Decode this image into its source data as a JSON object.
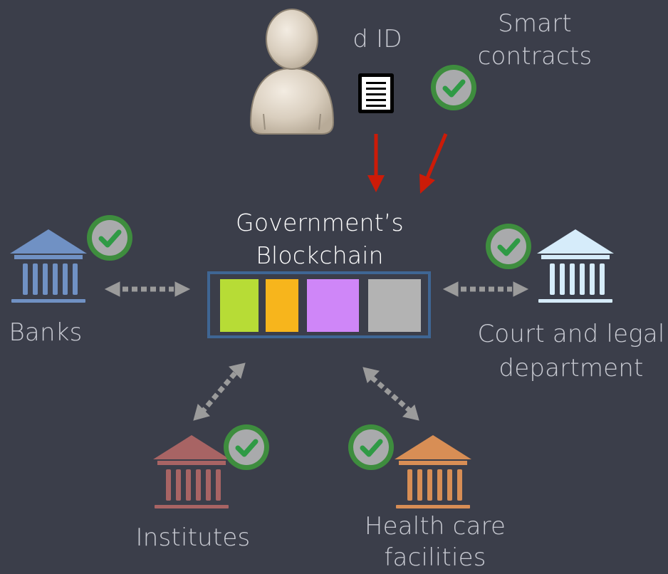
{
  "labels": {
    "did": "d ID",
    "smart_contracts_1": "Smart",
    "smart_contracts_2": "contracts",
    "blockchain_1": "Government’s",
    "blockchain_2": "Blockchain",
    "banks": "Banks",
    "court_1": "Court and legal",
    "court_2": "department",
    "institutes": "Institutes",
    "health_1": "Health care",
    "health_2": "facilities"
  },
  "colors": {
    "background": "#3b3e4a",
    "blocks": [
      "#b7dc36",
      "#f7b51c",
      "#cf86f8",
      "#b3b3b3"
    ],
    "chain_border": "#3f6694",
    "banks": "#7091c4",
    "court": "#d6ecfa",
    "institutes": "#a86464",
    "health": "#d88e55",
    "check_ring": "#3e8d3e",
    "check_fill": "#a9aaac",
    "check_mark": "#2f9a45",
    "arrow_red": "#cc1b08",
    "arrow_grey": "#9b9b9b"
  },
  "icons": {
    "person": "person-icon",
    "document": "document-icon",
    "building": "building-icon",
    "check": "check-icon"
  }
}
